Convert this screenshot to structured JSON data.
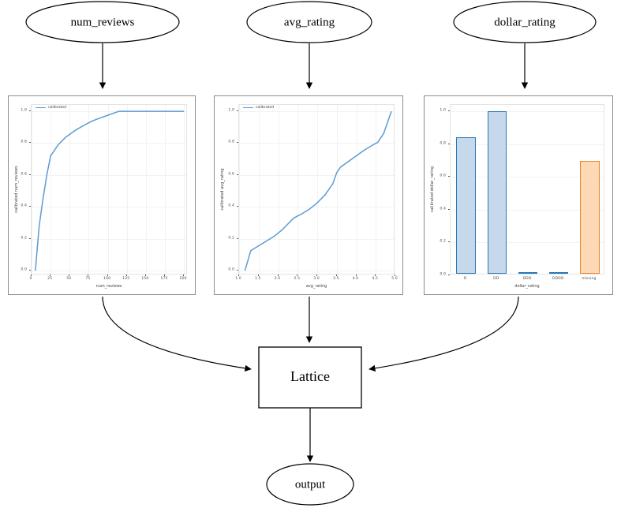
{
  "diagram": {
    "input_nodes": [
      {
        "id": "num_reviews",
        "label": "num_reviews"
      },
      {
        "id": "avg_rating",
        "label": "avg_rating"
      },
      {
        "id": "dollar_rating",
        "label": "dollar_rating"
      }
    ],
    "lattice_node": {
      "label": "Lattice"
    },
    "output_node": {
      "label": "output"
    }
  },
  "colors": {
    "line": "#5b9bd5",
    "bar_blue_fill": "#c6d9ec",
    "bar_blue_edge": "#2878b8",
    "bar_orange_fill": "#fdd9b5",
    "bar_orange_edge": "#f28322",
    "frame": "#8c8c8c",
    "grid": "#f2f2f2",
    "text": "#000000"
  },
  "chart_data": [
    {
      "type": "line",
      "id": "num_reviews_calibrator",
      "title": "",
      "xlabel": "num_reviews",
      "ylabel": "calibrated num_reviews",
      "legend": [
        "calibrated"
      ],
      "legend_position": "upper left",
      "grid": true,
      "xlim": [
        0,
        205
      ],
      "ylim": [
        -0.03,
        1.04
      ],
      "xticks": [
        0,
        25,
        50,
        75,
        100,
        125,
        150,
        175,
        200
      ],
      "xtick_labels": [
        "0",
        "25",
        "50",
        "75",
        "100",
        "125",
        "150",
        "175",
        "200"
      ],
      "yticks": [
        0.0,
        0.2,
        0.4,
        0.6,
        0.8,
        1.0
      ],
      "ytick_labels": [
        "0.0",
        "0.2",
        "0.4",
        "0.6",
        "0.8",
        "1.0"
      ],
      "series": [
        {
          "name": "calibrated",
          "x": [
            5,
            10,
            15,
            20,
            25,
            30,
            35,
            40,
            45,
            50,
            55,
            60,
            70,
            80,
            90,
            100,
            110,
            115,
            125,
            150,
            175,
            200
          ],
          "y": [
            0.0,
            0.28,
            0.45,
            0.6,
            0.72,
            0.755,
            0.79,
            0.815,
            0.838,
            0.855,
            0.872,
            0.888,
            0.915,
            0.94,
            0.958,
            0.975,
            0.992,
            1.0,
            1.0,
            1.0,
            1.0,
            1.0
          ]
        }
      ]
    },
    {
      "type": "line",
      "id": "avg_rating_calibrator",
      "title": "",
      "xlabel": "avg_rating",
      "ylabel": "calibrated avg_rating",
      "legend": [
        "calibrated"
      ],
      "legend_position": "upper left",
      "grid": true,
      "xlim": [
        1.0,
        5.0
      ],
      "ylim": [
        -0.03,
        1.04
      ],
      "xticks": [
        1.0,
        1.5,
        2.0,
        2.5,
        3.0,
        3.5,
        4.0,
        4.5,
        5.0
      ],
      "xtick_labels": [
        "1.0",
        "1.5",
        "2.0",
        "2.5",
        "3.0",
        "3.5",
        "4.0",
        "4.5",
        "5.0"
      ],
      "yticks": [
        0.0,
        0.2,
        0.4,
        0.6,
        0.8,
        1.0
      ],
      "ytick_labels": [
        "0.0",
        "0.2",
        "0.4",
        "0.6",
        "0.8",
        "1.0"
      ],
      "series": [
        {
          "name": "calibrated",
          "x": [
            1.15,
            1.3,
            1.5,
            1.7,
            1.9,
            2.1,
            2.3,
            2.4,
            2.6,
            2.8,
            3.0,
            3.2,
            3.4,
            3.5,
            3.6,
            3.8,
            4.0,
            4.2,
            4.4,
            4.55,
            4.7,
            4.8,
            4.9
          ],
          "y": [
            0.0,
            0.125,
            0.155,
            0.185,
            0.215,
            0.255,
            0.305,
            0.33,
            0.355,
            0.385,
            0.425,
            0.475,
            0.545,
            0.615,
            0.65,
            0.685,
            0.72,
            0.755,
            0.785,
            0.805,
            0.86,
            0.93,
            1.0
          ]
        }
      ]
    },
    {
      "type": "bar",
      "id": "dollar_rating_calibrator",
      "title": "",
      "xlabel": "dollar_rating",
      "ylabel": "calibrated dollar_rating",
      "grid": true,
      "ylim": [
        0.0,
        1.04
      ],
      "yticks": [
        0.0,
        0.2,
        0.4,
        0.6,
        0.8,
        1.0
      ],
      "ytick_labels": [
        "0.0",
        "0.2",
        "0.4",
        "0.6",
        "0.8",
        "1.0"
      ],
      "categories": [
        "D",
        "DD",
        "DDD",
        "DDDD",
        "missing"
      ],
      "values": [
        0.835,
        0.992,
        0.008,
        0.002,
        0.69
      ],
      "bar_styles": [
        "blue",
        "blue",
        "blue",
        "blue",
        "orange"
      ]
    }
  ]
}
